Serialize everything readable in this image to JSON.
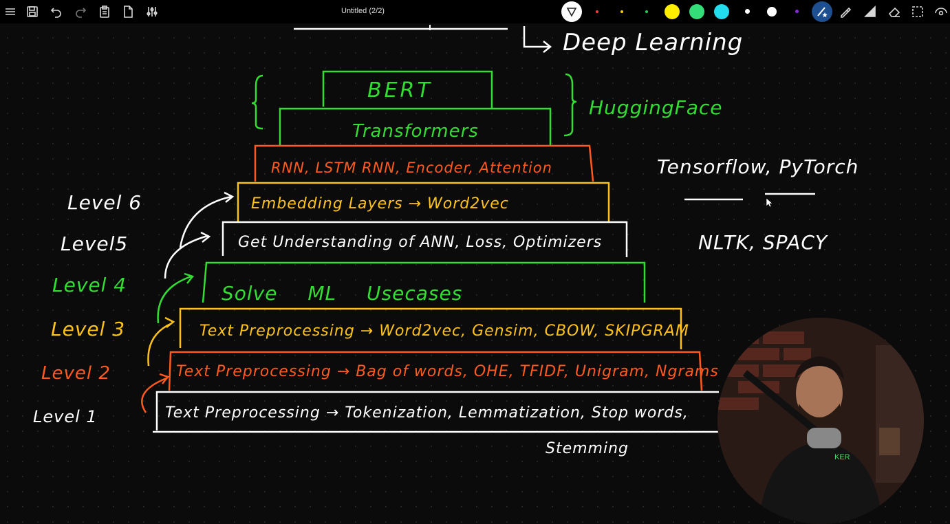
{
  "app": {
    "title": "Untitled (2/2)"
  },
  "toolbar": {
    "left_icons": [
      "menu-icon",
      "save-icon",
      "undo-icon",
      "redo-icon",
      "paste-icon",
      "page-icon",
      "sliders-icon"
    ],
    "colors": [
      "#ffffff",
      "#ff3b3b",
      "#ffd400",
      "#22cc55",
      "#ffee00",
      "#33dd77",
      "#22ddee",
      "#ffffff",
      "#ffffff",
      "#8a2be2"
    ],
    "right_icons": [
      "pen-star-icon",
      "highlighter-icon",
      "triangle-ruler-icon",
      "eraser-icon",
      "select-icon",
      "view-icon"
    ]
  },
  "board": {
    "deep_learning": "Deep Learning",
    "bert": "BERT",
    "transformers": "Transformers",
    "hugging_face": "HuggingFace",
    "rnn": "RNN, LSTM RNN, Encoder, Attention",
    "tensorflow": "Tensorflow, PyTorch",
    "embedding": "Embedding Layers → Word2vec",
    "nltk": "NLTK, SPACY",
    "ann": "Get Understanding of ANN, Loss, Optimizers",
    "solve_ml": "Solve ML Usecases",
    "text3": "Text Preprocessing → Word2vec, Gensim, CBOW, SKIPGRAM",
    "text2": "Text Preprocessing → Bag of words, OHE, TFIDF, Unigram, Ngrams",
    "text1": "Text Preprocessing → Tokenization, Lemmatization, Stop words,",
    "stemming": "Stemming",
    "level6": "Level 6",
    "level5": "Level5",
    "level4": "Level 4",
    "level3": "Level 3",
    "level2": "Level 2",
    "level1": "Level 1"
  },
  "palette": {
    "green": "#33dd33",
    "orange": "#ff5a1f",
    "yellow": "#ffc21a",
    "white": "#ffffff"
  }
}
